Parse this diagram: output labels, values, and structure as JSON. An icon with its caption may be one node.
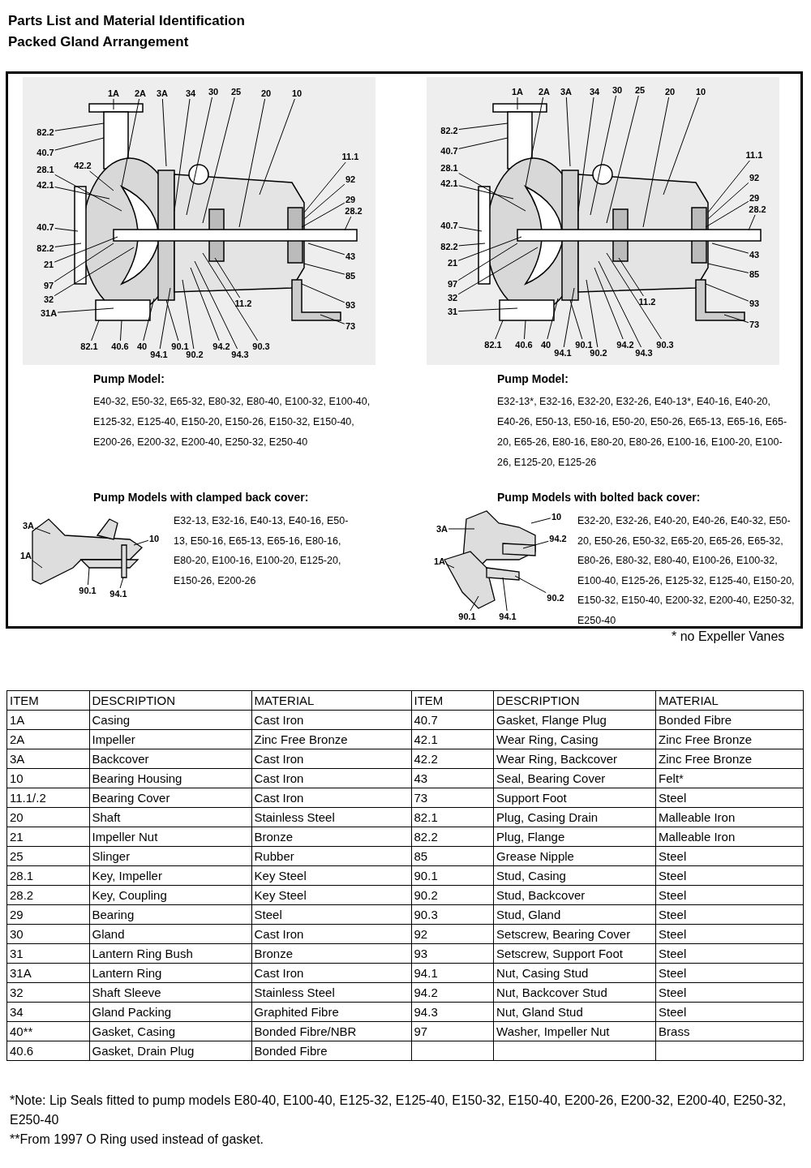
{
  "diagram": {
    "title": "Parts List and Material Identification",
    "nodes": [
      {
        "text": [
          "1A"
        ]
      },
      {
        "text": [
          "2A"
        ]
      },
      {
        "text": [
          "3A"
        ]
      },
      {
        "text": [
          "34"
        ]
      },
      {
        "text": [
          "30"
        ]
      },
      {
        "text": [
          "25"
        ]
      },
      {
        "text": [
          "20"
        ]
      },
      {
        "text": [
          "10"
        ]
      },
      {
        "text": [
          "82.2"
        ]
      },
      {
        "text": [
          "40.7"
        ]
      },
      {
        "text": [
          "42.2"
        ]
      },
      {
        "text": [
          "28.1"
        ]
      },
      {
        "text": [
          "42.1"
        ]
      },
      {
        "text": [
          "40.7"
        ]
      },
      {
        "text": [
          "82.2"
        ]
      },
      {
        "text": [
          "21"
        ]
      },
      {
        "text": [
          "97"
        ]
      },
      {
        "text": [
          "32"
        ]
      },
      {
        "text": [
          "31A"
        ]
      },
      {
        "text": [
          "11.1"
        ]
      },
      {
        "text": [
          "92"
        ]
      },
      {
        "text": [
          "29"
        ]
      },
      {
        "text": [
          "28.2"
        ]
      },
      {
        "text": [
          "43"
        ]
      },
      {
        "text": [
          "85"
        ]
      },
      {
        "text": [
          "11.2"
        ]
      },
      {
        "text": [
          "93"
        ]
      },
      {
        "text": [
          "73"
        ]
      },
      {
        "text": [
          "82.1"
        ]
      },
      {
        "text": [
          "40.6"
        ]
      },
      {
        "text": [
          "40"
        ]
      },
      {
        "text": [
          "94.1"
        ]
      },
      {
        "text": [
          "90.1"
        ]
      },
      {
        "text": [
          "90.2"
        ]
      },
      {
        "text": [
          "94.2"
        ]
      },
      {
        "text": [
          "94.3"
        ]
      },
      {
        "text": [
          "90.3"
        ]
      },
      {
        "text": [
          "1A"
        ]
      },
      {
        "text": [
          "2A"
        ]
      },
      {
        "text": [
          "3A"
        ]
      },
      {
        "text": [
          "34"
        ]
      },
      {
        "text": [
          "30"
        ]
      },
      {
        "text": [
          "25"
        ]
      },
      {
        "text": [
          "20"
        ]
      },
      {
        "text": [
          "10"
        ]
      },
      {
        "text": [
          "82.2"
        ]
      },
      {
        "text": [
          "40.7"
        ]
      },
      {
        "text": [
          "28.1"
        ]
      },
      {
        "text": [
          "42.1"
        ]
      },
      {
        "text": [
          "40.7"
        ]
      },
      {
        "text": [
          "82.2"
        ]
      },
      {
        "text": [
          "21"
        ]
      },
      {
        "text": [
          "97"
        ]
      },
      {
        "text": [
          "32"
        ]
      },
      {
        "text": [
          "31"
        ]
      },
      {
        "text": [
          "11.1"
        ]
      },
      {
        "text": [
          "92"
        ]
      },
      {
        "text": [
          "29"
        ]
      },
      {
        "text": [
          "28.2"
        ]
      },
      {
        "text": [
          "43"
        ]
      },
      {
        "text": [
          "85"
        ]
      },
      {
        "text": [
          "11.2"
        ]
      },
      {
        "text": [
          "93"
        ]
      },
      {
        "text": [
          "73"
        ]
      },
      {
        "text": [
          "82.1"
        ]
      },
      {
        "text": [
          "40.6"
        ]
      },
      {
        "text": [
          "40"
        ]
      },
      {
        "text": [
          "94.1"
        ]
      },
      {
        "text": [
          "90.1"
        ]
      },
      {
        "text": [
          "90.2"
        ]
      },
      {
        "text": [
          "94.2"
        ]
      },
      {
        "text": [
          "94.3"
        ]
      },
      {
        "text": [
          "90.3"
        ]
      },
      {
        "text": [
          "3A"
        ]
      },
      {
        "text": [
          "10"
        ]
      },
      {
        "text": [
          "1A"
        ]
      },
      {
        "text": [
          "90.1"
        ]
      },
      {
        "text": [
          "94.1"
        ]
      },
      {
        "text": [
          "10"
        ]
      },
      {
        "text": [
          "3A"
        ]
      },
      {
        "text": [
          "94.2"
        ]
      },
      {
        "text": [
          "1A"
        ]
      },
      {
        "text": [
          "90.2"
        ]
      },
      {
        "text": [
          "90.1"
        ]
      },
      {
        "text": [
          "94.1"
        ]
      }
    ],
    "edges": [
      {
        "from": 0,
        "to": null,
        "arrow": "none"
      },
      {
        "from": 1,
        "to": null,
        "arrow": "none"
      },
      {
        "from": 2,
        "to": null,
        "arrow": "none"
      },
      {
        "from": 3,
        "to": null,
        "arrow": "none"
      },
      {
        "from": 4,
        "to": null,
        "arrow": "none"
      },
      {
        "from": 5,
        "to": null,
        "arrow": "none"
      },
      {
        "from": 6,
        "to": null,
        "arrow": "none"
      },
      {
        "from": 7,
        "to": null,
        "arrow": "none"
      },
      {
        "from": 8,
        "to": null,
        "arrow": "none"
      },
      {
        "from": 9,
        "to": null,
        "arrow": "none"
      },
      {
        "from": 10,
        "to": null,
        "arrow": "none"
      },
      {
        "from": 11,
        "to": null,
        "arrow": "none"
      },
      {
        "from": 12,
        "to": null,
        "arrow": "none"
      },
      {
        "from": 13,
        "to": null,
        "arrow": "none"
      },
      {
        "from": 14,
        "to": null,
        "arrow": "none"
      },
      {
        "from": 15,
        "to": null,
        "arrow": "none"
      },
      {
        "from": 16,
        "to": null,
        "arrow": "none"
      },
      {
        "from": 17,
        "to": null,
        "arrow": "none"
      },
      {
        "from": 18,
        "to": null,
        "arrow": "none"
      },
      {
        "from": 19,
        "to": null,
        "arrow": "none"
      },
      {
        "from": 20,
        "to": null,
        "arrow": "none"
      },
      {
        "from": 21,
        "to": null,
        "arrow": "none"
      },
      {
        "from": 22,
        "to": null,
        "arrow": "none"
      },
      {
        "from": 23,
        "to": null,
        "arrow": "none"
      },
      {
        "from": 24,
        "to": null,
        "arrow": "none"
      },
      {
        "from": 25,
        "to": null,
        "arrow": "none"
      },
      {
        "from": 26,
        "to": null,
        "arrow": "none"
      },
      {
        "from": 27,
        "to": null,
        "arrow": "none"
      },
      {
        "from": 28,
        "to": null,
        "arrow": "none"
      },
      {
        "from": 29,
        "to": null,
        "arrow": "none"
      },
      {
        "from": 30,
        "to": null,
        "arrow": "none"
      },
      {
        "from": 31,
        "to": null,
        "arrow": "none"
      },
      {
        "from": 32,
        "to": null,
        "arrow": "none"
      },
      {
        "from": 33,
        "to": null,
        "arrow": "none"
      },
      {
        "from": 34,
        "to": null,
        "arrow": "none"
      },
      {
        "from": 35,
        "to": null,
        "arrow": "none"
      },
      {
        "from": 36,
        "to": null,
        "arrow": "none"
      },
      {
        "from": 37,
        "to": null,
        "arrow": "none"
      },
      {
        "from": 38,
        "to": null,
        "arrow": "none"
      },
      {
        "from": 39,
        "to": null,
        "arrow": "none"
      },
      {
        "from": 40,
        "to": null,
        "arrow": "none"
      },
      {
        "from": 41,
        "to": null,
        "arrow": "none"
      },
      {
        "from": 42,
        "to": null,
        "arrow": "none"
      },
      {
        "from": 43,
        "to": null,
        "arrow": "none"
      },
      {
        "from": 44,
        "to": null,
        "arrow": "none"
      },
      {
        "from": 45,
        "to": null,
        "arrow": "none"
      },
      {
        "from": 46,
        "to": null,
        "arrow": "none"
      },
      {
        "from": 47,
        "to": null,
        "arrow": "none"
      },
      {
        "from": 48,
        "to": null,
        "arrow": "none"
      },
      {
        "from": 49,
        "to": null,
        "arrow": "none"
      },
      {
        "from": 50,
        "to": null,
        "arrow": "none"
      },
      {
        "from": 51,
        "to": null,
        "arrow": "none"
      },
      {
        "from": 52,
        "to": null,
        "arrow": "none"
      },
      {
        "from": 53,
        "to": null,
        "arrow": "none"
      },
      {
        "from": 54,
        "to": null,
        "arrow": "none"
      },
      {
        "from": 55,
        "to": null,
        "arrow": "none"
      },
      {
        "from": 56,
        "to": null,
        "arrow": "none"
      },
      {
        "from": 57,
        "to": null,
        "arrow": "none"
      },
      {
        "from": 58,
        "to": null,
        "arrow": "none"
      },
      {
        "from": 59,
        "to": null,
        "arrow": "none"
      },
      {
        "from": 60,
        "to": null,
        "arrow": "none"
      },
      {
        "from": 61,
        "to": null,
        "arrow": "none"
      },
      {
        "from": 62,
        "to": null,
        "arrow": "none"
      },
      {
        "from": 63,
        "to": null,
        "arrow": "none"
      },
      {
        "from": 64,
        "to": null,
        "arrow": "none"
      },
      {
        "from": 65,
        "to": null,
        "arrow": "none"
      },
      {
        "from": 66,
        "to": null,
        "arrow": "none"
      },
      {
        "from": 67,
        "to": null,
        "arrow": "none"
      },
      {
        "from": 68,
        "to": null,
        "arrow": "none"
      },
      {
        "from": 69,
        "to": null,
        "arrow": "none"
      },
      {
        "from": 70,
        "to": null,
        "arrow": "none"
      },
      {
        "from": 71,
        "to": null,
        "arrow": "none"
      },
      {
        "from": 72,
        "to": null,
        "arrow": "none"
      },
      {
        "from": 73,
        "to": null,
        "arrow": "none"
      },
      {
        "from": 74,
        "to": null,
        "arrow": "none"
      },
      {
        "from": 75,
        "to": null,
        "arrow": "none"
      },
      {
        "from": 76,
        "to": null,
        "arrow": "none"
      },
      {
        "from": 77,
        "to": null,
        "arrow": "none"
      },
      {
        "from": 78,
        "to": null,
        "arrow": "none"
      },
      {
        "from": 79,
        "to": null,
        "arrow": "none"
      },
      {
        "from": 80,
        "to": null,
        "arrow": "none"
      },
      {
        "from": 81,
        "to": null,
        "arrow": "none"
      },
      {
        "from": 82,
        "to": null,
        "arrow": "none"
      },
      {
        "from": 83,
        "to": null,
        "arrow": "none"
      },
      {
        "from": 84,
        "to": null,
        "arrow": "none"
      }
    ],
    "labels": [
      "Packed Gland Arrangement",
      "Pump Model:",
      "E40-32, E50-32, E65-32, E80-32, E80-40, E100-32, E100-40, E125-32, E125-40, E150-20, E150-26, E150-32, E150-40, E200-26, E200-32, E200-40, E250-32, E250-40",
      "Pump Model:",
      "E32-13*, E32-16, E32-20, E32-26, E40-13*, E40-16, E40-20, E40-26, E50-13, E50-16, E50-20, E50-26, E65-13, E65-16, E65-20, E65-26, E80-16, E80-20, E80-26, E100-16, E100-20, E100-26, E125-20, E125-26",
      "Pump Models with clamped back cover:",
      "E32-13, E32-16, E40-13, E40-16, E50-13, E50-16, E65-13, E65-16, E80-16, E80-20, E100-16, E100-20, E125-20, E150-26, E200-26",
      "Pump Models with bolted back cover:",
      "E32-20, E32-26, E40-20, E40-26, E40-32, E50-20, E50-26, E50-32, E65-20, E65-26, E65-32, E80-26, E80-32, E80-40, E100-26, E100-32, E100-40, E125-26, E125-32, E125-40, E150-20, E150-32, E150-40, E200-32, E200-40, E250-32, E250-40",
      "* no Expeller Vanes",
      "ITEM",
      "DESCRIPTION",
      "MATERIAL",
      "ITEM",
      "DESCRIPTION",
      "MATERIAL",
      "1A",
      "Casing",
      "Cast Iron",
      "40.7",
      "Gasket, Flange Plug",
      "Bonded Fibre",
      "2A",
      "Impeller",
      "Zinc Free Bronze",
      "42.1",
      "Wear Ring, Casing",
      "Zinc Free Bronze",
      "3A",
      "Backcover",
      "Cast Iron",
      "42.2",
      "Wear Ring, Backcover",
      "Zinc Free Bronze",
      "10",
      "Bearing Housing",
      "Cast Iron",
      "43",
      "Seal, Bearing Cover",
      "Felt*",
      "11.1/.2",
      "Bearing Cover",
      "Cast Iron",
      "73",
      "Support Foot",
      "Steel",
      "20",
      "Shaft",
      "Stainless Steel",
      "82.1",
      "Plug, Casing Drain",
      "Malleable Iron",
      "21",
      "Impeller Nut",
      "Bronze",
      "82.2",
      "Plug, Flange",
      "Malleable Iron",
      "25",
      "Slinger",
      "Rubber",
      "85",
      "Grease Nipple",
      "Steel",
      "28.1",
      "Key, Impeller",
      "Key Steel",
      "90.1",
      "Stud, Casing",
      "Steel",
      "28.2",
      "Key, Coupling",
      "Key Steel",
      "90.2",
      "Stud, Backcover",
      "Steel",
      "29",
      "Bearing",
      "Steel",
      "90.3",
      "Stud, Gland",
      "Steel",
      "30",
      "Gland",
      "Cast Iron",
      "92",
      "Setscrew, Bearing Cover",
      "Steel",
      "31",
      "Lantern Ring Bush",
      "Bronze",
      "93",
      "Setscrew, Support Foot",
      "Steel",
      "31A",
      "Lantern Ring",
      "Cast Iron",
      "94.1",
      "Nut, Casing Stud",
      "Steel",
      "32",
      "Shaft Sleeve",
      "Stainless Steel",
      "94.2",
      "Nut, Backcover Stud",
      "Steel",
      "34",
      "Gland Packing",
      "Graphited Fibre",
      "94.3",
      "Nut, Gland Stud",
      "Steel",
      "40**",
      "Gasket, Casing",
      "Bonded Fibre/NBR",
      "97",
      "Washer, Impeller Nut",
      "Brass",
      "40.6",
      "Gasket, Drain Plug",
      "Bonded Fibre",
      "*Note: Lip Seals fitted to pump models E80-40, E100-40, E125-32, E125-40, E150-32, E150-40, E200-26, E200-32, E200-40, E250-32, E250-40",
      "**From 1997 O Ring used instead of gasket."
    ]
  }
}
